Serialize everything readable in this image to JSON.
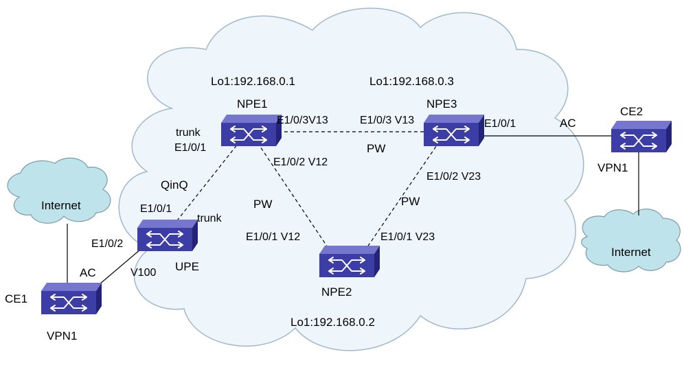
{
  "colors": {
    "big_cloud_fill": "#eef5fb",
    "big_cloud_edge": "#9fb8cc",
    "small_cloud_fill": "#bfe3ea",
    "small_cloud_edge": "#7c9aa8",
    "switch_front": "#3d3da6",
    "switch_top": "#7676cf",
    "switch_side": "#23237a",
    "switch_arrow": "#ffffff",
    "link": "#000000"
  },
  "icons": {
    "switch": "network-switch-icon",
    "cloud": "cloud-icon"
  },
  "devices": {
    "npe1": {
      "name": "NPE1",
      "loopback": "Lo1:192.168.0.1"
    },
    "npe2": {
      "name": "NPE2",
      "loopback": "Lo1:192.168.0.2"
    },
    "npe3": {
      "name": "NPE3",
      "loopback": "Lo1:192.168.0.3"
    },
    "upe": {
      "name": "UPE"
    },
    "ce1": {
      "name": "CE1",
      "vpn": "VPN1"
    },
    "ce2": {
      "name": "CE2",
      "vpn": "VPN1"
    }
  },
  "internet_clouds": {
    "left": "Internet",
    "right": "Internet"
  },
  "port_labels": {
    "npe1_trunk": "trunk",
    "npe1_e101": "E1/0/1",
    "npe1_to_npe3": "E1/0/3V13",
    "npe1_to_npe2": "E1/0/2 V12",
    "npe3_to_npe1": "E1/0/3 V13",
    "npe3_e101": "E1/0/1",
    "npe3_to_npe2": "E1/0/2 V23",
    "npe2_to_npe1": "E1/0/1 V12",
    "npe2_to_npe3": "E1/0/1 V23",
    "upe_e101": "E1/0/1",
    "upe_trunk": "trunk",
    "upe_e102": "E1/0/2",
    "upe_vlan": "V100"
  },
  "link_labels": {
    "qinq": "QinQ",
    "pw_npe1_npe3": "PW",
    "pw_npe1_npe2": "PW",
    "pw_npe3_npe2": "PW",
    "ac_left": "AC",
    "ac_right": "AC"
  }
}
